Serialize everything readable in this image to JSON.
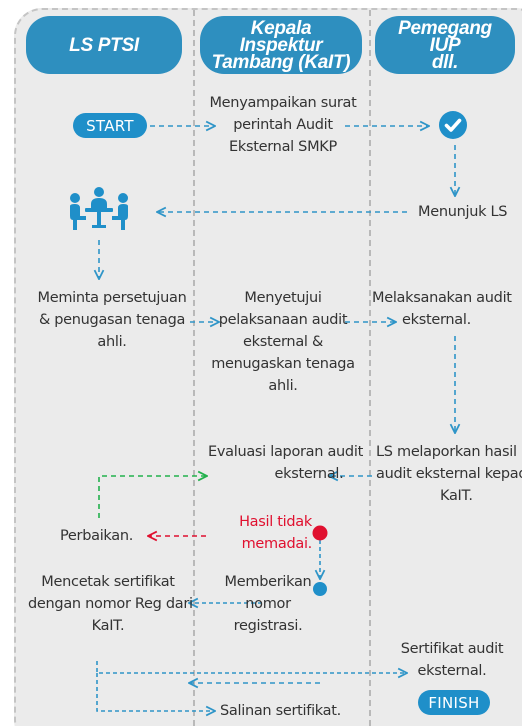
{
  "columns": {
    "ls": "LS PTSI",
    "kait_line1": "Kepala Inspektur",
    "kait_line2": "Tambang (KaIT)",
    "iup_line1": "Pemegang IUP",
    "iup_line2": "dll."
  },
  "badges": {
    "start": "START",
    "finish": "FINISH"
  },
  "steps": {
    "surat": [
      "Menyampaikan surat",
      "perintah Audit",
      "Eksternal SMKP"
    ],
    "menunjuk": "Menunjuk LS",
    "meminta": [
      "Meminta persetujuan",
      "& penugasan tenaga",
      "ahli."
    ],
    "menyetujui": [
      "Menyetujui",
      "pelaksanaan audit",
      "eksternal &",
      "menugaskan tenaga",
      "ahli."
    ],
    "melaksanakan": [
      "Melaksanakan audit",
      "eksternal."
    ],
    "evaluasi": [
      "Evaluasi laporan audit",
      "eksternal."
    ],
    "melaporkan": [
      "LS melaporkan hasil",
      "audit eksternal kepada",
      "KaIT."
    ],
    "perbaikan": "Perbaikan.",
    "hasil": [
      "Hasil tidak",
      "memadai."
    ],
    "memberikan": [
      "Memberikan",
      "nomor",
      "registrasi."
    ],
    "mencetak": [
      "Mencetak sertifikat",
      "dengan nomor Reg dari",
      "KaIT."
    ],
    "sertifikat": [
      "Sertifikat audit",
      "eksternal."
    ],
    "salinan": "Salinan sertifikat."
  },
  "colors": {
    "header": "#2e8fbf",
    "badge": "#1f8fc9",
    "arrow": "#2f95c8",
    "reject": "#e0102f",
    "green": "#22b14c",
    "accent": "#1f8fc9"
  }
}
